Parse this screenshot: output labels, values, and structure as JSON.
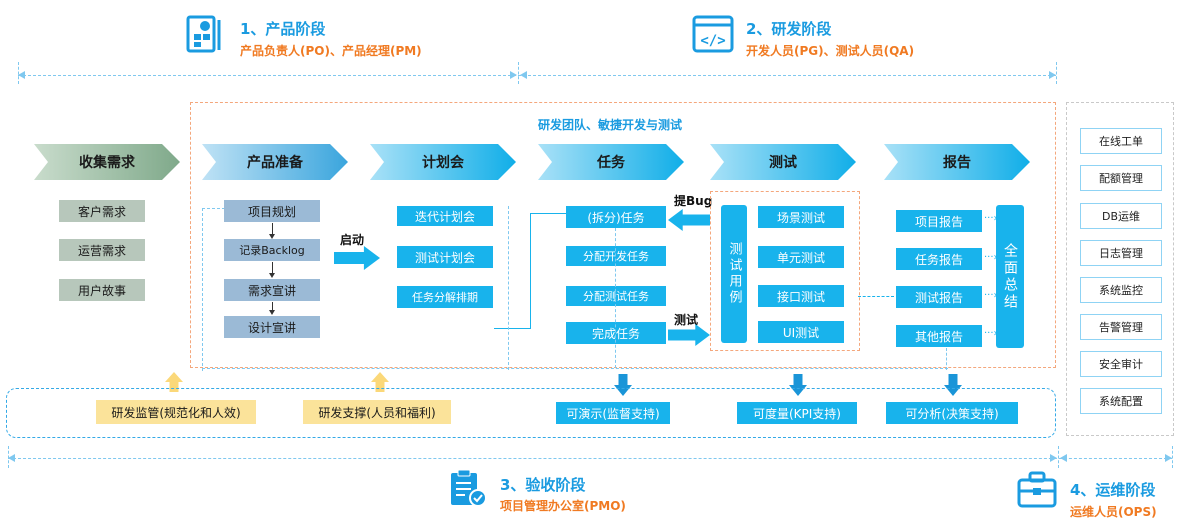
{
  "stages": {
    "product": {
      "title": "1、产品阶段",
      "roles": "产品负责人(PO)、产品经理(PM)",
      "icon": "product-document-icon"
    },
    "dev": {
      "title": "2、研发阶段",
      "roles": "开发人员(PG)、测试人员(QA)",
      "icon": "code-brackets-icon"
    },
    "acceptance": {
      "title": "3、验收阶段",
      "roles": "项目管理办公室(PMO)",
      "icon": "clipboard-check-icon"
    },
    "ops": {
      "title": "4、运维阶段",
      "roles": "运维人员(OPS)",
      "icon": "toolbox-icon"
    }
  },
  "team_title": "研发团队、敏捷开发与测试",
  "columns": [
    {
      "id": "collect",
      "header": "收集需求",
      "items": [
        "客户需求",
        "运营需求",
        "用户故事"
      ]
    },
    {
      "id": "prep",
      "header": "产品准备",
      "items": [
        "项目规划",
        "记录Backlog",
        "需求宣讲",
        "设计宣讲"
      ]
    },
    {
      "id": "plan",
      "header": "计划会",
      "items": [
        "迭代计划会",
        "测试计划会",
        "任务分解排期"
      ]
    },
    {
      "id": "task",
      "header": "任务",
      "items": [
        "(拆分)任务",
        "分配开发任务",
        "分配测试任务",
        "完成任务"
      ]
    },
    {
      "id": "test",
      "header": "测试",
      "side": "测试用例",
      "items": [
        "场景测试",
        "单元测试",
        "接口测试",
        "UI测试"
      ]
    },
    {
      "id": "report",
      "header": "报告",
      "items": [
        "项目报告",
        "任务报告",
        "测试报告",
        "其他报告"
      ],
      "summary": "全面总结"
    }
  ],
  "arrow_labels": {
    "start": "启动",
    "bug": "提Bug",
    "test": "测试"
  },
  "bottom": {
    "supports": [
      "研发监管(规范化和人效)",
      "研发支撑(人员和福利)"
    ],
    "outcomes": [
      "可演示(监督支持)",
      "可度量(KPI支持)",
      "可分析(决策支持)"
    ]
  },
  "ops_items": [
    "在线工单",
    "配额管理",
    "DB运维",
    "日志管理",
    "系统监控",
    "告警管理",
    "安全审计",
    "系统配置"
  ],
  "colors": {
    "accent": "#18b3ec",
    "title": "#1a9be0",
    "subtitle": "#f07a22",
    "support": "#fbe39a"
  }
}
